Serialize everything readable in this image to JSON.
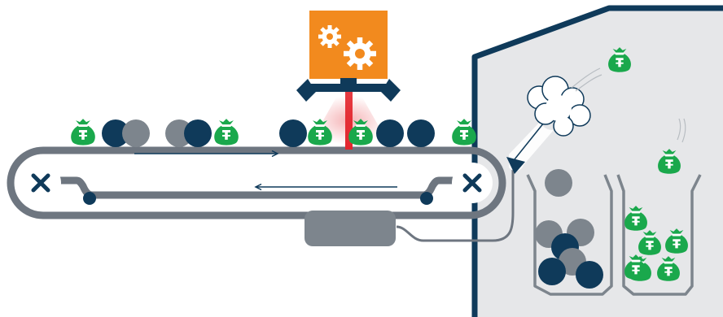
{
  "colors": {
    "navy": "#0f3a5a",
    "gray": "#7d858d",
    "belt": "#6e7680",
    "orange": "#f28a1e",
    "green": "#1aa84c",
    "red": "#e3262e",
    "chamber": "#e6e7e9",
    "white": "#ffffff"
  },
  "icons": {
    "sensor": "gears-icon",
    "item_good": "money-bag-icon",
    "ejector": "air-nozzle-icon",
    "sorted": "collection-bin-icon"
  },
  "conveyor_items": [
    "bag",
    "navy",
    "gray",
    "gray",
    "navy",
    "bag",
    "navy",
    "bag",
    "bag",
    "navy",
    "navy",
    "bag"
  ],
  "bin_left_items": [
    "gray",
    "gray",
    "gray",
    "navy",
    "gray",
    "navy",
    "navy"
  ],
  "bin_right_items": [
    "bag",
    "bag",
    "bag",
    "bag",
    "bag",
    "bag"
  ],
  "flying_items": [
    "bag",
    "bag"
  ]
}
